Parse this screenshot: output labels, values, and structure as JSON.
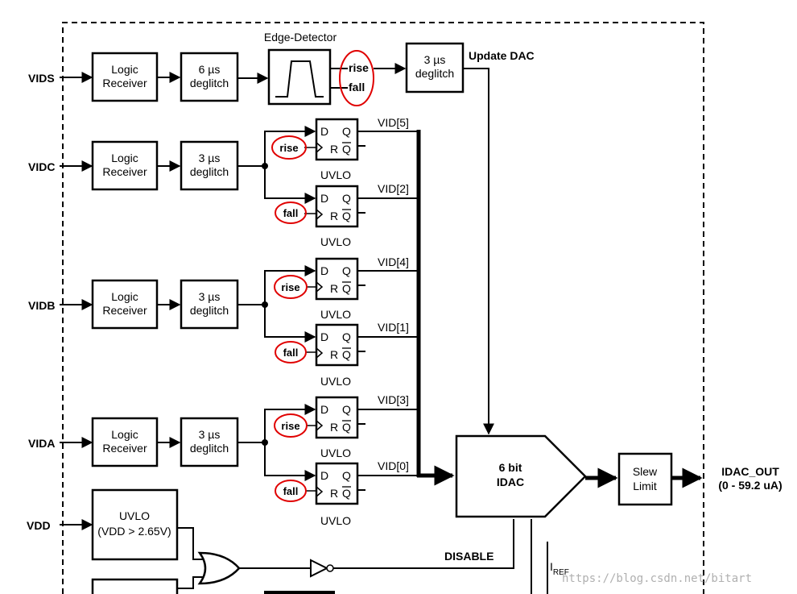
{
  "inputs": {
    "vids": "VIDS",
    "vidc": "VIDC",
    "vidb": "VIDB",
    "vida": "VIDA",
    "vdd": "VDD"
  },
  "logic_receiver": [
    "Logic",
    "Receiver"
  ],
  "deglitch": {
    "six": "6 µs",
    "three": "3 µs",
    "word": "deglitch"
  },
  "edge_detector": {
    "title": "Edge-Detector",
    "rise": "rise",
    "fall": "fall"
  },
  "update_dac": "Update DAC",
  "flipflop": {
    "d": "D",
    "q": "Q",
    "r": "R",
    "qbar": "Q",
    "uvlo": "UVLO"
  },
  "edges": {
    "rise": "rise",
    "fall": "fall"
  },
  "vid": {
    "v5": "VID[5]",
    "v2": "VID[2]",
    "v4": "VID[4]",
    "v1": "VID[1]",
    "v3": "VID[3]",
    "v0": "VID[0]"
  },
  "idac": [
    "6 bit",
    "IDAC"
  ],
  "slew": [
    "Slew",
    "Limit"
  ],
  "output": [
    "IDAC_OUT",
    "(0 - 59.2 uA)"
  ],
  "uvlo_box": [
    "UVLO",
    "(VDD > 2.65V)"
  ],
  "disable": "DISABLE",
  "iref": {
    "main": "I",
    "sub": "REF"
  },
  "watermark": "https://blog.csdn.net/bitart"
}
